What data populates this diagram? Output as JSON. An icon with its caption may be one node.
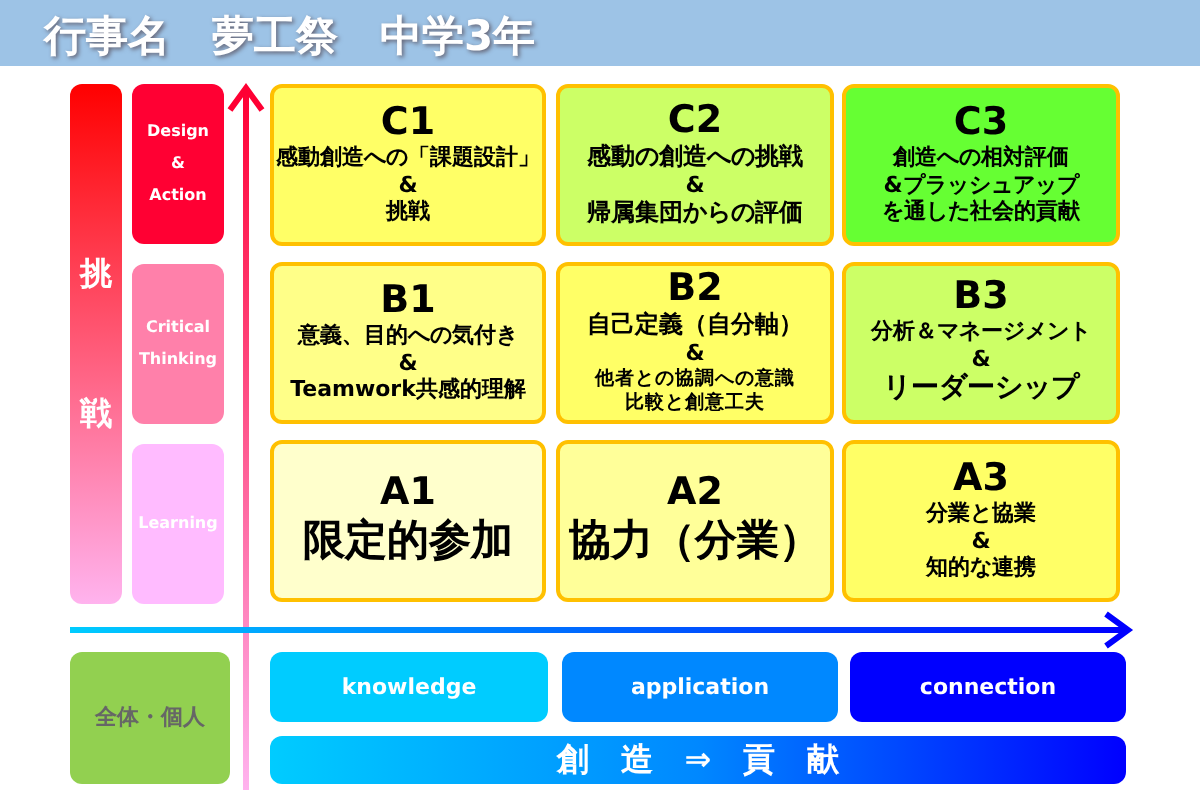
{
  "diagram": {
    "title": "行事名　夢工祭　中学3年",
    "nodes": [
      {
        "text": [
          "挑",
          "戦"
        ]
      },
      {
        "text": [
          "Design",
          "&",
          "Action"
        ]
      },
      {
        "text": [
          "Critical",
          "Thinking"
        ]
      },
      {
        "text": [
          "Learning"
        ]
      },
      {
        "text": [
          "C1",
          "感動創造への「課題設計」",
          "&",
          "挑戦"
        ]
      },
      {
        "text": [
          "C2",
          "感動の創造への挑戦",
          "&",
          "帰属集団からの評価"
        ]
      },
      {
        "text": [
          "C3",
          "創造への相対評価",
          "&プラッシュアップ",
          "を通した社会的貢献"
        ]
      },
      {
        "text": [
          "B1",
          "意義、目的への気付き",
          "&",
          "Teamwork共感的理解"
        ]
      },
      {
        "text": [
          "B2",
          "自己定義（自分軸）",
          "&",
          "他者との協調への意識",
          "比較と創意工夫"
        ]
      },
      {
        "text": [
          "B3",
          "分析＆マネージメント",
          "&",
          "リーダーシップ"
        ]
      },
      {
        "text": [
          "A1",
          "限定的参加"
        ]
      },
      {
        "text": [
          "A2",
          "協力（分業）"
        ]
      },
      {
        "text": [
          "A3",
          "分業と協業",
          "&",
          "知的な連携"
        ]
      },
      {
        "text": [
          "全体・個人"
        ]
      },
      {
        "text": [
          "knowledge"
        ]
      },
      {
        "text": [
          "application"
        ]
      },
      {
        "text": [
          "connection"
        ]
      },
      {
        "text": [
          "創　造　⇒　貢　献"
        ]
      }
    ]
  }
}
